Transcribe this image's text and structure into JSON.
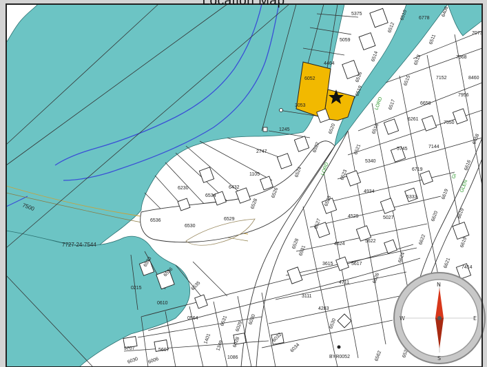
{
  "map": {
    "title": "Location Map",
    "colors": {
      "water": "#6cc4c4",
      "land": "#ffffff",
      "subject_parcel": "#f2b900",
      "parcel_line": "#333333",
      "stream": "#3a4fd6",
      "road_label": "#2f9a2f",
      "frame": "#d4d4d4"
    },
    "parcel_labels": [
      "5375",
      "6778",
      "6510",
      "6512",
      "6408",
      "5059",
      "6514",
      "6511",
      "7073",
      "7568",
      "4464",
      "6516",
      "6513",
      "7152",
      "8460",
      "6052",
      "6519",
      "6515",
      "7956",
      "6658",
      "3053",
      "6517",
      "6261",
      "7550",
      "1245",
      "6520",
      "6518",
      "2747",
      "6522",
      "6521",
      "5745",
      "7144",
      "6458",
      "1105",
      "6524",
      "6523",
      "5340",
      "6719",
      "6616",
      "6230",
      "6526",
      "4934",
      "6333",
      "6619",
      "6432",
      "6528",
      "6525",
      "6534",
      "6527",
      "4529",
      "5027",
      "6620",
      "6619",
      "6536",
      "6530",
      "4624",
      "5622",
      "6622",
      "6619",
      "6529",
      "3615",
      "5617",
      "6624",
      "6621",
      "6531",
      "4711",
      "6626",
      "7414",
      "3111",
      "6528",
      "4283",
      "6530",
      "0215",
      "0610",
      "6533",
      "6556",
      "0564",
      "6535",
      "6531",
      "6029",
      "6030",
      "1401",
      "1349",
      "6028",
      "6032",
      "1086",
      "6034",
      "5707",
      "5607",
      "6030",
      "6006",
      "6562",
      "6527"
    ],
    "large_parcel_label": "7727-24-7544",
    "contour_label": "7500",
    "road_labels": [
      "LORD",
      "LORD",
      "Gl",
      "GLEN"
    ],
    "benchmark_label": "BYR0052",
    "compass": {
      "north": "N",
      "east": "E",
      "south": "S",
      "west": "W"
    }
  }
}
